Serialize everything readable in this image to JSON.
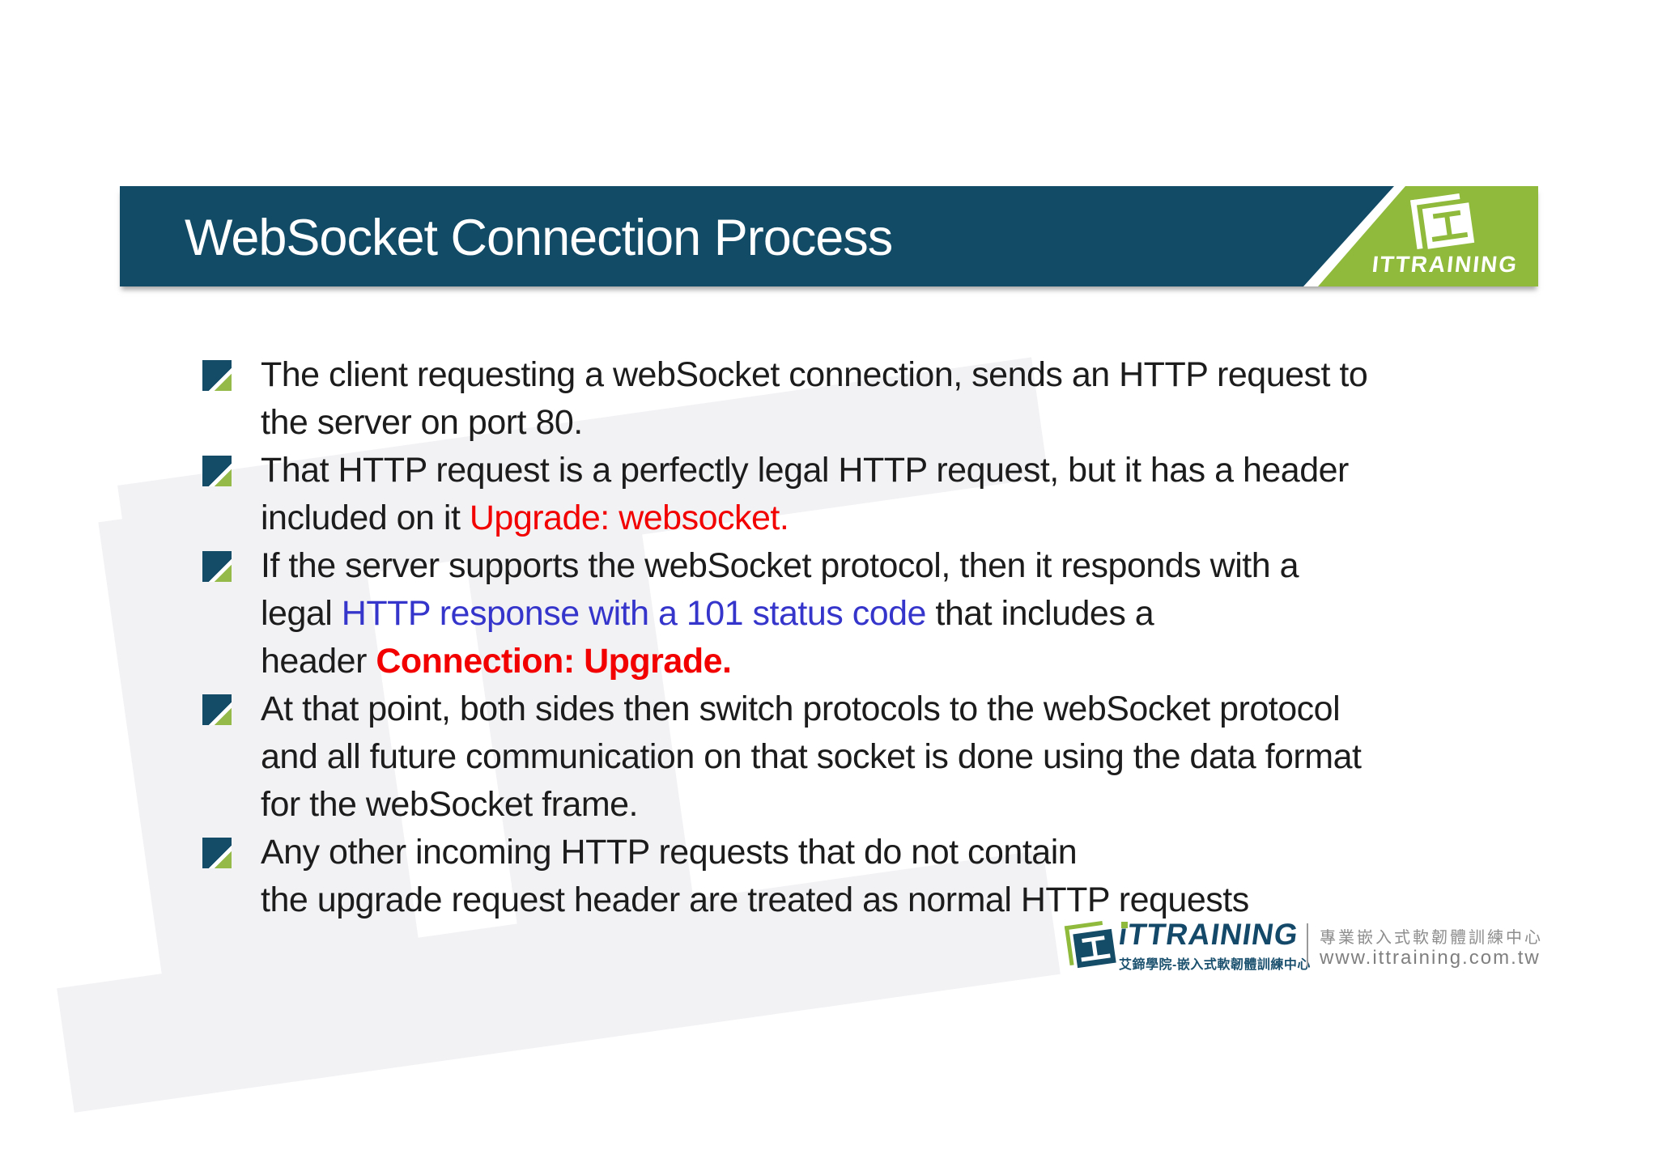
{
  "slide": {
    "title": "WebSocket Connection Process",
    "header_brand": "ITTRAINING",
    "bullets": [
      {
        "segments": [
          {
            "style": "normal",
            "text": "The client requesting a webSocket connection, sends an HTTP request to\nthe server on port 80."
          }
        ]
      },
      {
        "segments": [
          {
            "style": "normal",
            "text": "That HTTP request is a perfectly legal HTTP request, but it has a header\nincluded on it "
          },
          {
            "style": "red",
            "text": "Upgrade: websocket."
          }
        ]
      },
      {
        "segments": [
          {
            "style": "normal",
            "text": "If the server supports the webSocket protocol, then it responds with a\nlegal "
          },
          {
            "style": "blue",
            "text": "HTTP response with a 101 status code"
          },
          {
            "style": "normal",
            "text": " that includes a\nheader "
          },
          {
            "style": "red-bold",
            "text": "Connection: Upgrade."
          }
        ]
      },
      {
        "segments": [
          {
            "style": "normal",
            "text": "At that point, both sides then switch protocols to the webSocket protocol\nand all future communication on that socket is done using the data format\nfor the webSocket frame."
          }
        ]
      },
      {
        "segments": [
          {
            "style": "normal",
            "text": "Any other incoming HTTP requests that do not contain\nthe upgrade request header are treated as normal HTTP requests"
          }
        ]
      }
    ],
    "footer": {
      "brand_i": "i",
      "brand_rest": "TTRAINING",
      "brand_sub": "艾鍗學院-嵌入式軟韌體訓練中心",
      "tagline": "專業嵌入式軟韌體訓練中心",
      "website": "www.ittraining.com.tw"
    },
    "colors": {
      "header_teal": "#124B66",
      "brand_green": "#8FBA3C",
      "bullet_green": "#95BA4A",
      "text": "#1C1C1C",
      "red": "#F20000",
      "blue": "#3535CB",
      "footer_gray": "#8E8E8E"
    }
  }
}
